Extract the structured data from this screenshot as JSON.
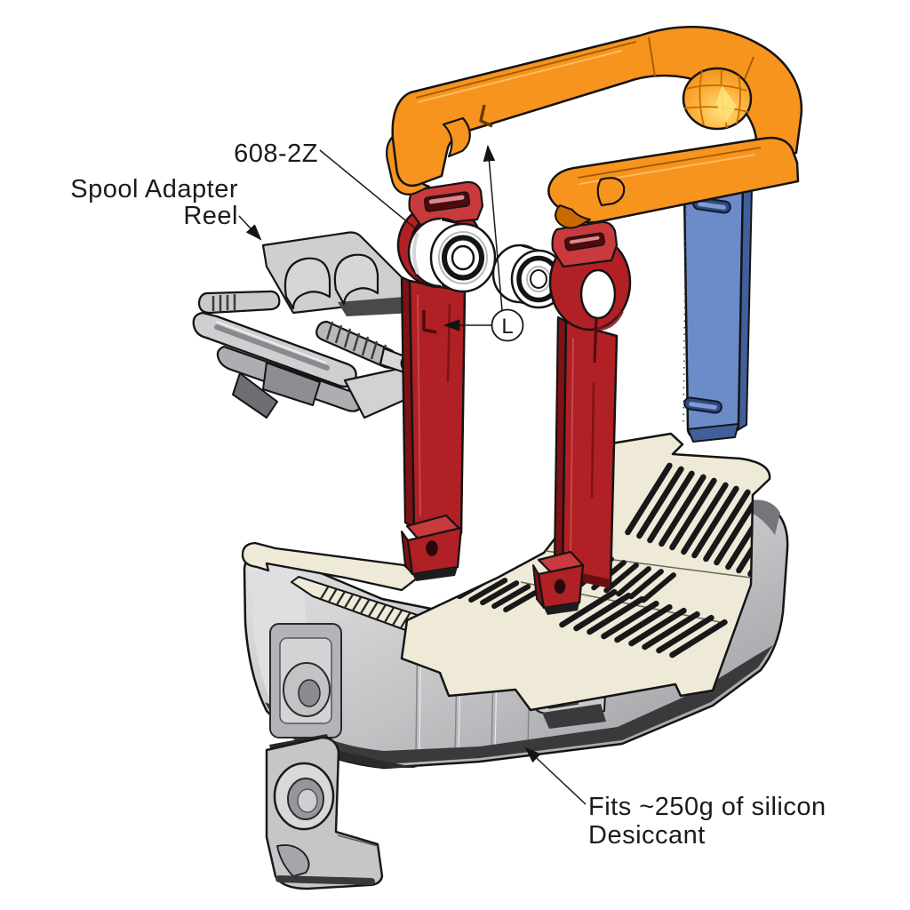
{
  "diagram": {
    "type": "exploded-assembly",
    "background": "#ffffff",
    "labels": {
      "bearing": "608-2Z",
      "spool_line1": "Spool Adapter",
      "spool_line2": "Reel",
      "callout": "L",
      "capacity_line1": "Fits ~250g of silicon",
      "capacity_line2": "Desiccant"
    },
    "parts": [
      {
        "name": "handle-bail",
        "color": "orange"
      },
      {
        "name": "handle-clip-arm",
        "color": "orange"
      },
      {
        "name": "side-panel",
        "color": "blue"
      },
      {
        "name": "spool-arm-left",
        "color": "red"
      },
      {
        "name": "spool-arm-right",
        "color": "red"
      },
      {
        "name": "bearing-608-2z-left",
        "color": "white"
      },
      {
        "name": "bearing-608-2z-right",
        "color": "white"
      },
      {
        "name": "spool-adapter-reel",
        "color": "gray"
      },
      {
        "name": "desiccant-tray",
        "color": "cream"
      },
      {
        "name": "base-shell",
        "color": "gray"
      }
    ],
    "colors": {
      "orange": "#F7941E",
      "orange_dark": "#C96A00",
      "orange_highlight": "#FFD84D",
      "red": "#B02024",
      "red_light": "#C83A3C",
      "red_dark": "#7E1215",
      "blue": "#6C8CC9",
      "blue_light": "#8AA6DC",
      "blue_dark": "#41609B",
      "cream": "#EFE9D8",
      "cream_dark": "#D9D3BF",
      "gray_light": "#E4E4E6",
      "gray": "#C2C2C5",
      "gray_mid": "#A3A3A7",
      "gray_dark": "#6E6E72",
      "underside": "#3A3A3D",
      "outline": "#141414"
    }
  }
}
